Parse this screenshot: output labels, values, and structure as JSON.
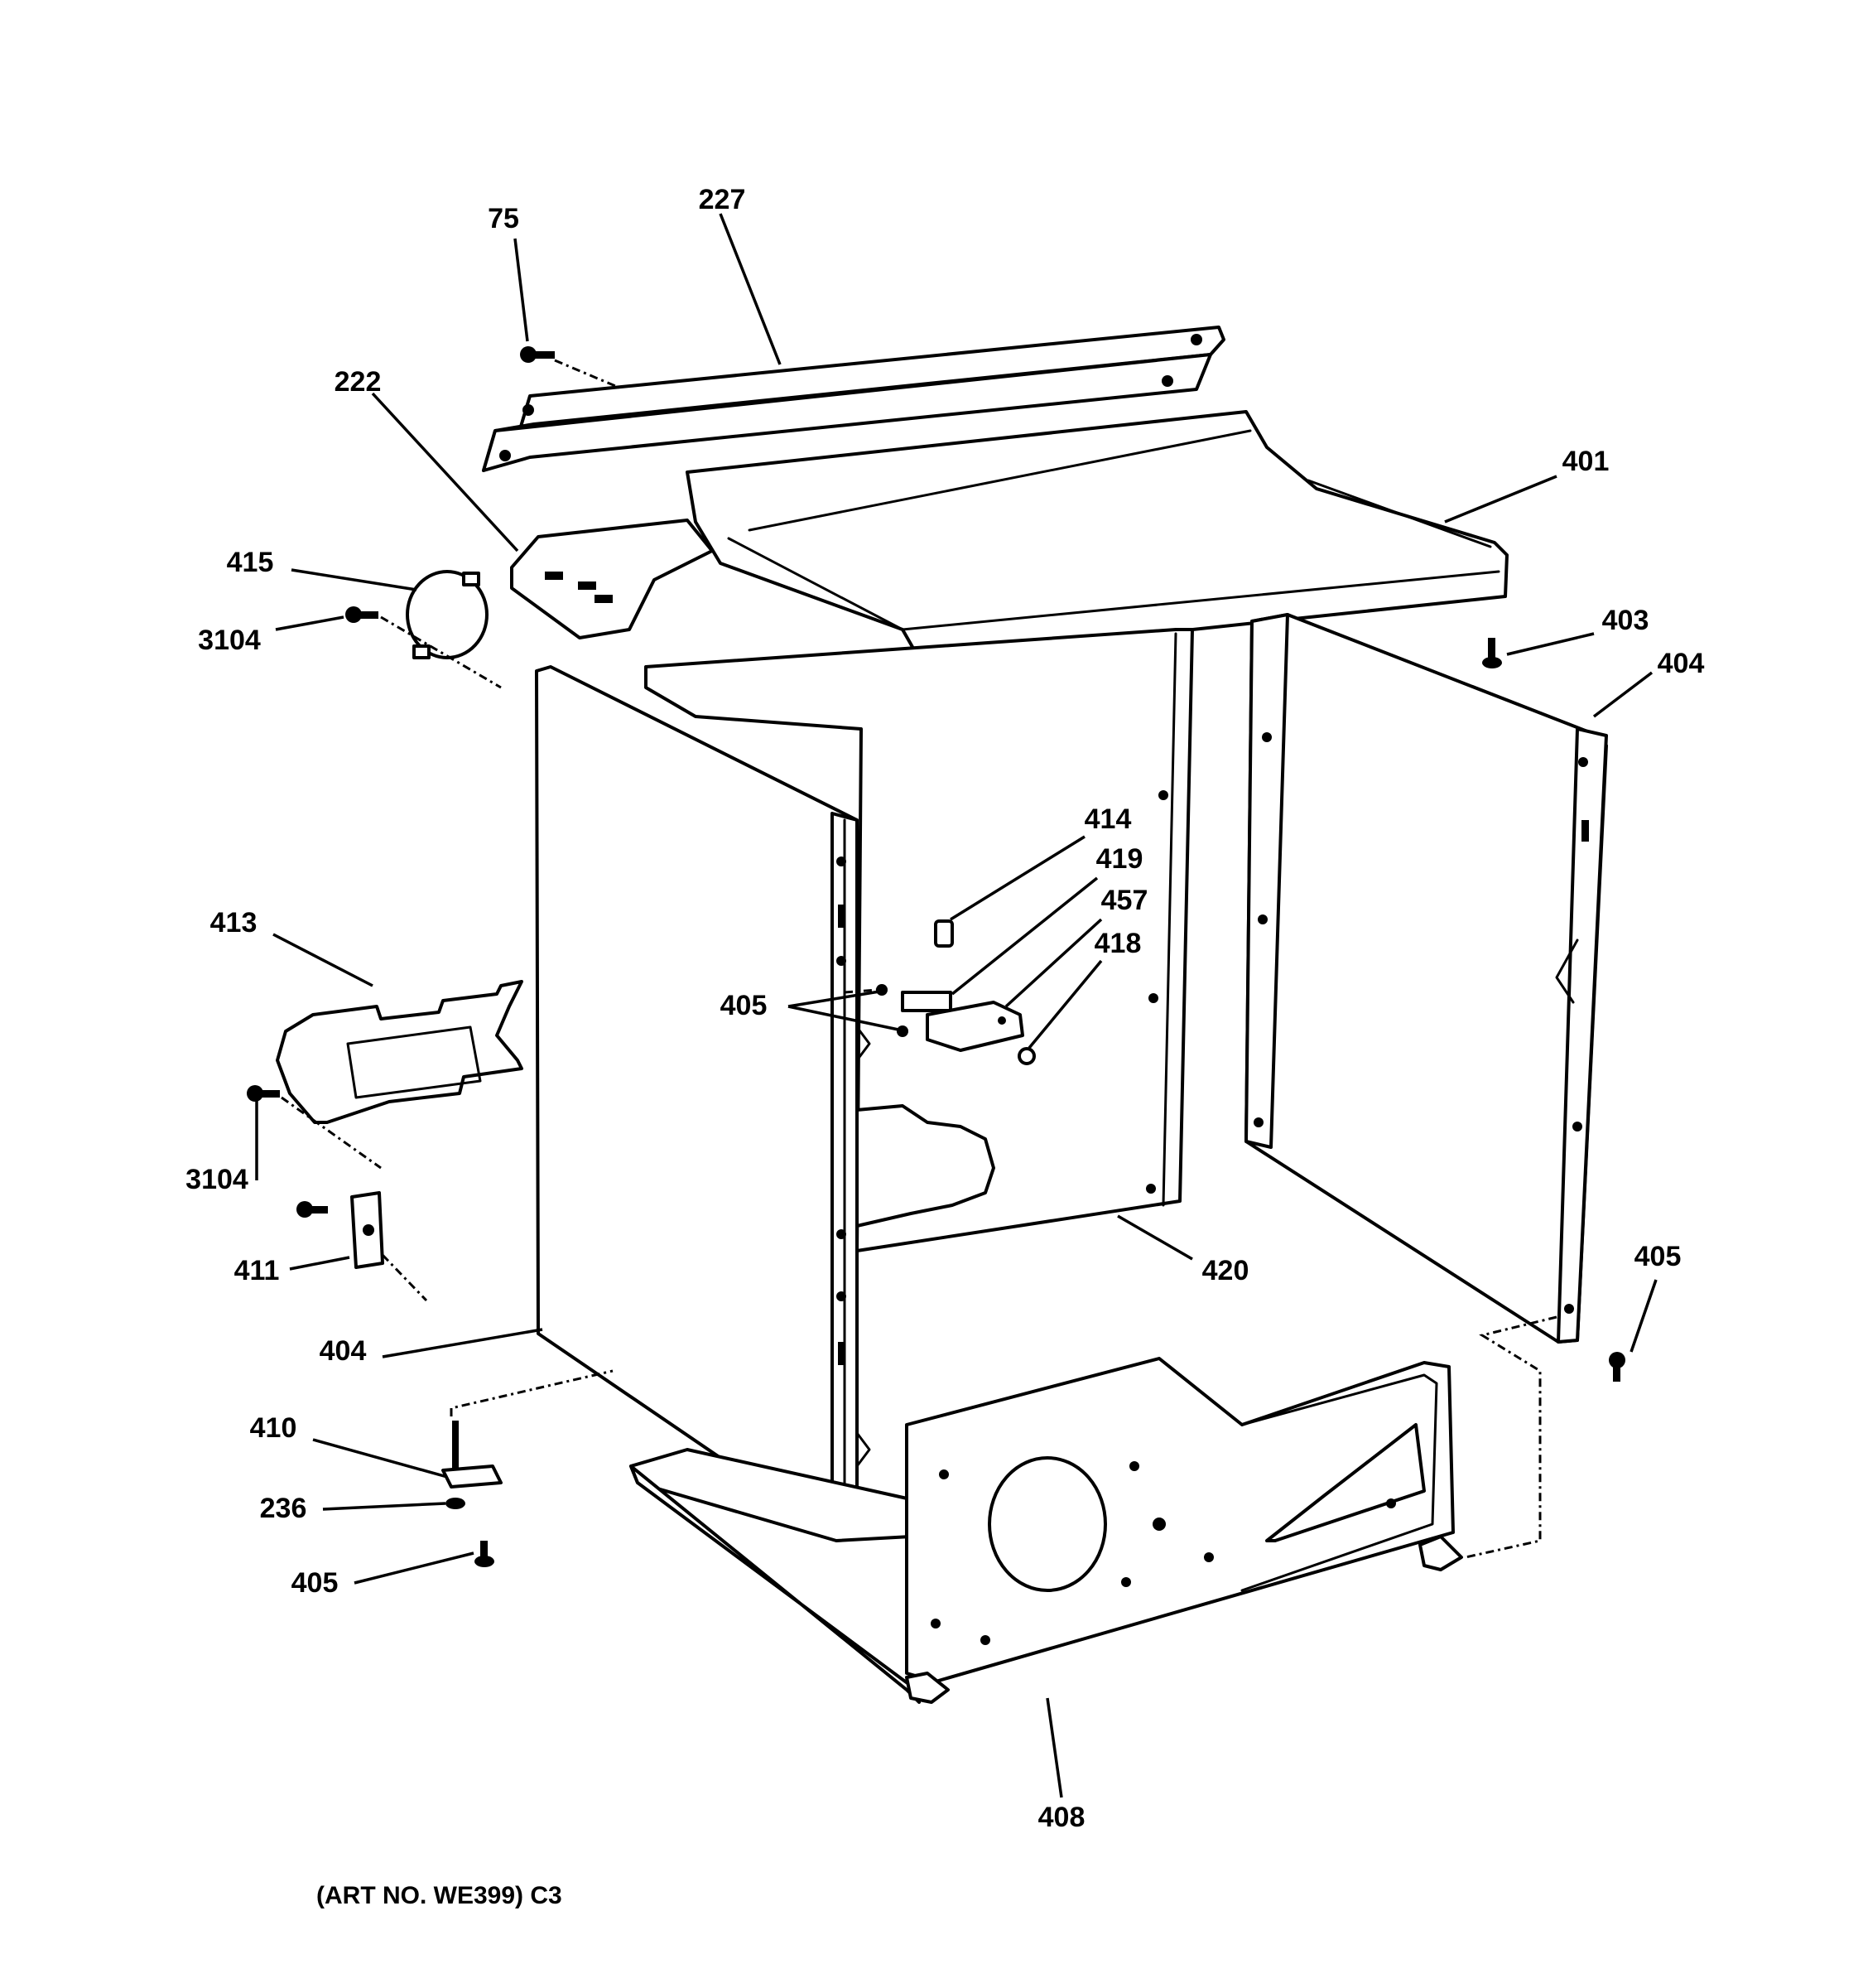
{
  "labels": {
    "l75": "75",
    "l227": "227",
    "l222": "222",
    "l401": "401",
    "l415": "415",
    "l3104a": "3104",
    "l403": "403",
    "l404a": "404",
    "l414": "414",
    "l419": "419",
    "l457": "457",
    "l418": "418",
    "l413": "413",
    "l405a": "405",
    "l3104b": "3104",
    "l411": "411",
    "l420": "420",
    "l405b": "405",
    "l404b": "404",
    "l410": "410",
    "l236": "236",
    "l405c": "405",
    "l408": "408"
  },
  "caption": "(ART NO. WE399) C3"
}
